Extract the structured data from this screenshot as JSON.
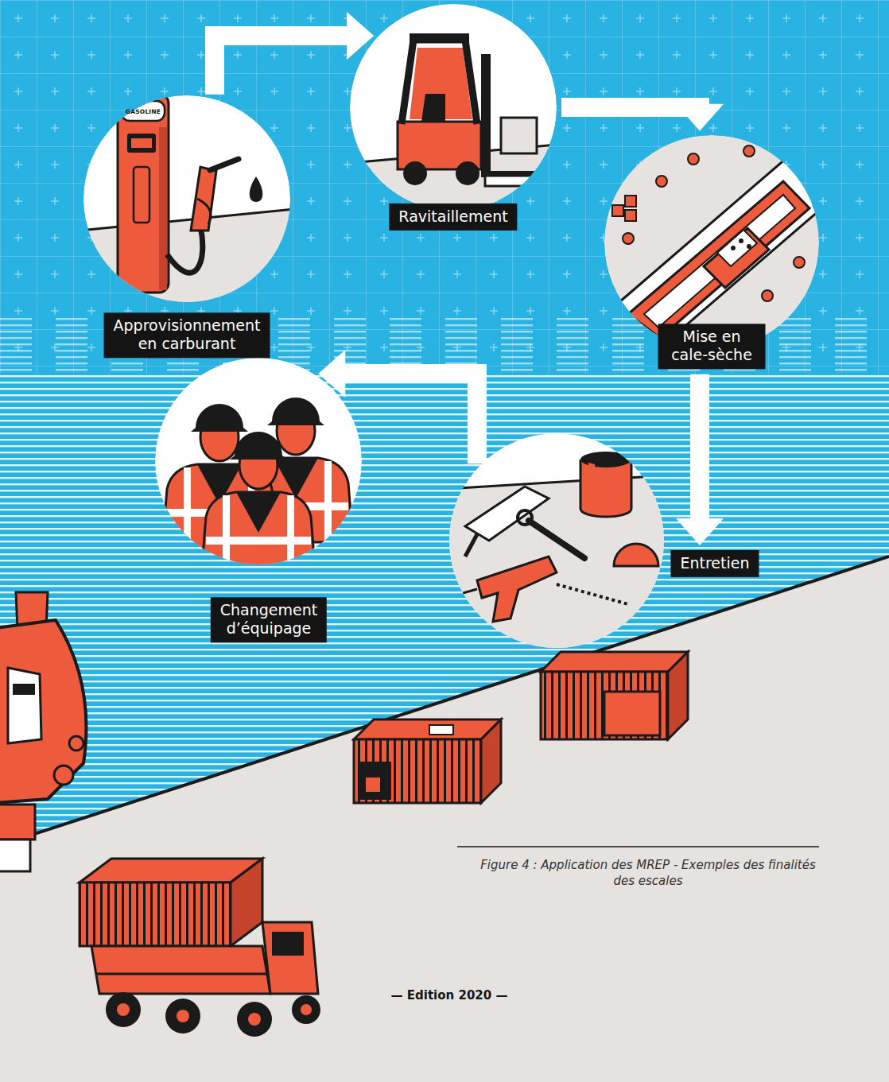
{
  "diagram": {
    "caption": "Figure 4 : Application des MREP - Exemples des finalités des escales",
    "nodes": [
      {
        "text": [
          "Approvisionnement en carburant"
        ]
      },
      {
        "text": [
          "Ravitaillement"
        ]
      },
      {
        "text": [
          "Mise en cale-sèche"
        ]
      },
      {
        "text": [
          "Entretien"
        ]
      },
      {
        "text": [
          "Changement d’équipage"
        ]
      }
    ],
    "edges": [
      {
        "from": 0,
        "to": 1,
        "arrow": "to"
      },
      {
        "from": 1,
        "to": 2,
        "arrow": "to"
      },
      {
        "from": 2,
        "to": 3,
        "arrow": "to"
      },
      {
        "from": 3,
        "to": 4,
        "arrow": "to"
      }
    ],
    "labels": [
      "GASOLINE",
      "— Edition 2020 —"
    ]
  }
}
